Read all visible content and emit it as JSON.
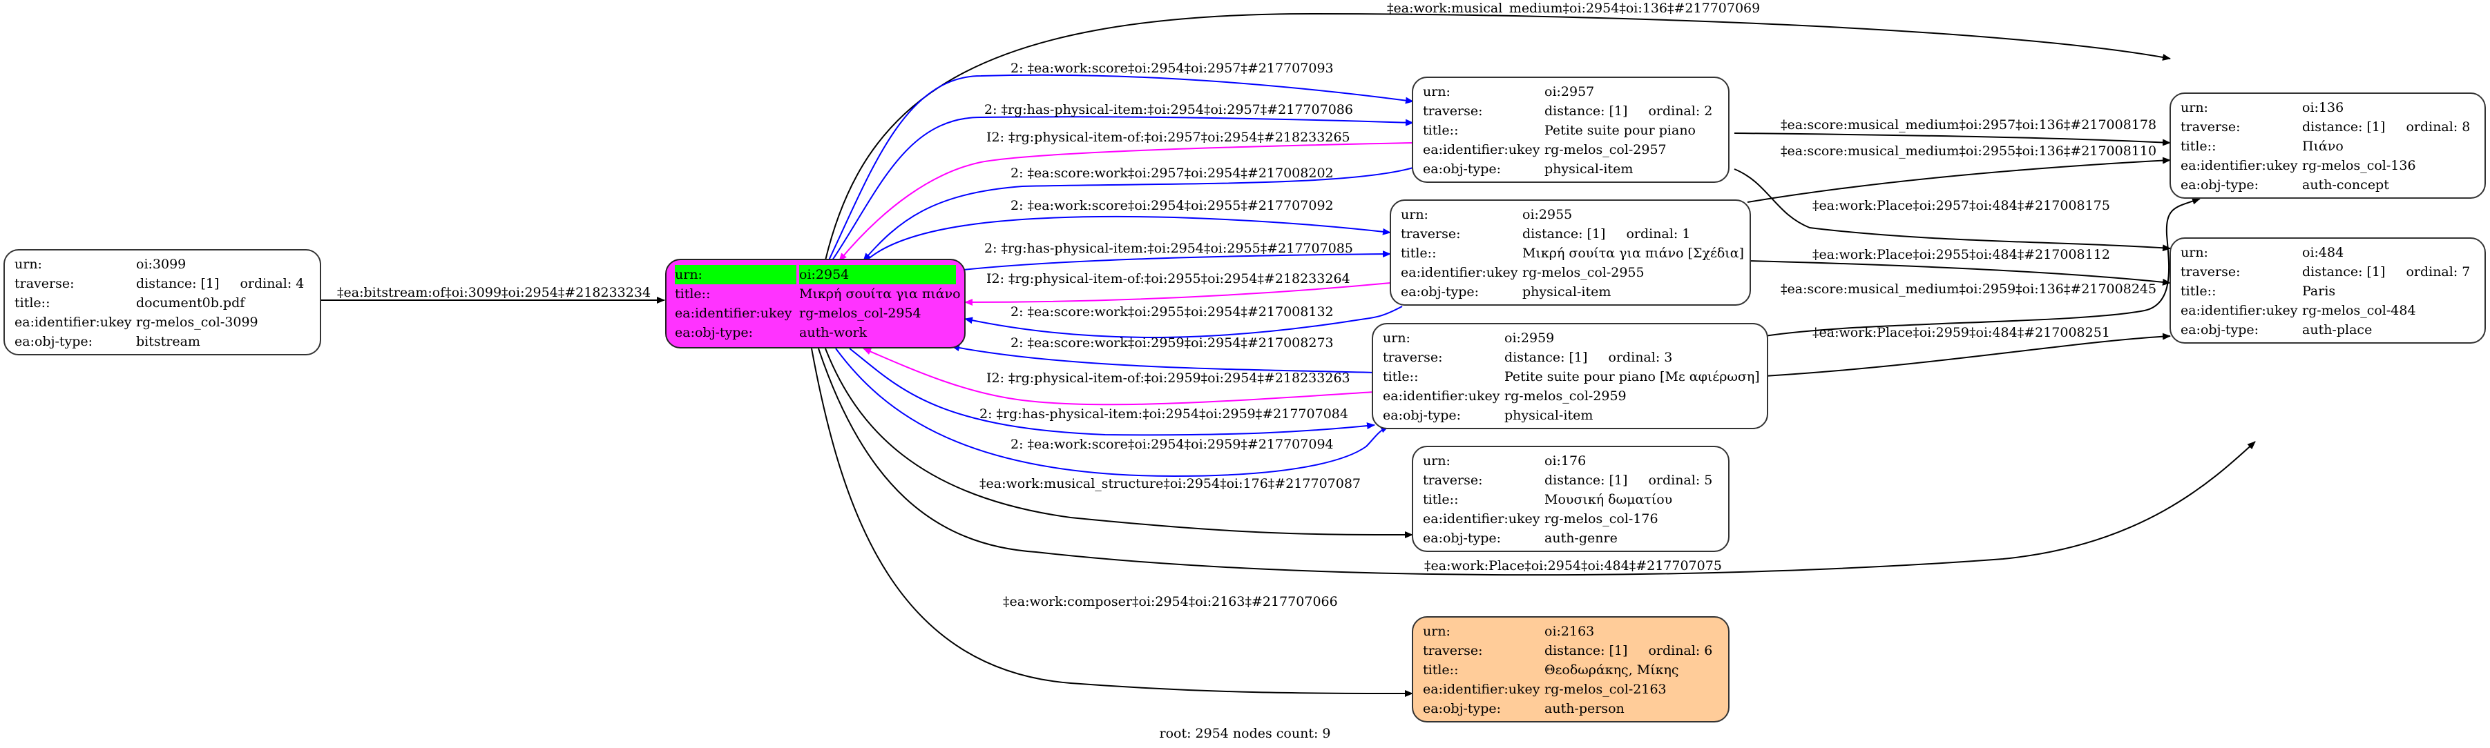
{
  "colors": {
    "root_fill": "#ff33ff",
    "root_highlight": "#00ff00",
    "person_fill": "#ffcc99",
    "edge_blue": "#0000ff",
    "edge_magenta": "#ff00ff",
    "edge_black": "#000000"
  },
  "nodes": {
    "n3099": {
      "rows": [
        {
          "k": "urn:",
          "v": "oi:3099"
        },
        {
          "k": "traverse:",
          "v": "distance: [1]",
          "ord": "ordinal: 4"
        },
        {
          "k": "title::",
          "v": "document0b.pdf"
        },
        {
          "k": "ea:identifier:ukey",
          "v": "rg-melos_col-3099"
        },
        {
          "k": "ea:obj-type:",
          "v": "bitstream"
        }
      ]
    },
    "n2954": {
      "rows": [
        {
          "k": "urn:",
          "v": "oi:2954"
        },
        {
          "k": "title::",
          "v": "Μικρή σουίτα για πιάνο"
        },
        {
          "k": "ea:identifier:ukey",
          "v": "rg-melos_col-2954"
        },
        {
          "k": "ea:obj-type:",
          "v": "auth-work"
        }
      ]
    },
    "n2957": {
      "rows": [
        {
          "k": "urn:",
          "v": "oi:2957"
        },
        {
          "k": "traverse:",
          "v": "distance: [1]",
          "ord": "ordinal: 2"
        },
        {
          "k": "title::",
          "v": "Petite suite pour piano"
        },
        {
          "k": "ea:identifier:ukey",
          "v": "rg-melos_col-2957"
        },
        {
          "k": "ea:obj-type:",
          "v": "physical-item"
        }
      ]
    },
    "n2955": {
      "rows": [
        {
          "k": "urn:",
          "v": "oi:2955"
        },
        {
          "k": "traverse:",
          "v": "distance: [1]",
          "ord": "ordinal: 1"
        },
        {
          "k": "title::",
          "v": "Μικρή σουίτα για πιάνο [Σχέδια]"
        },
        {
          "k": "ea:identifier:ukey",
          "v": "rg-melos_col-2955"
        },
        {
          "k": "ea:obj-type:",
          "v": "physical-item"
        }
      ]
    },
    "n2959": {
      "rows": [
        {
          "k": "urn:",
          "v": "oi:2959"
        },
        {
          "k": "traverse:",
          "v": "distance: [1]",
          "ord": "ordinal: 3"
        },
        {
          "k": "title::",
          "v": "Petite suite pour piano [Με αφιέρωση]"
        },
        {
          "k": "ea:identifier:ukey",
          "v": "rg-melos_col-2959"
        },
        {
          "k": "ea:obj-type:",
          "v": "physical-item"
        }
      ]
    },
    "n176": {
      "rows": [
        {
          "k": "urn:",
          "v": "oi:176"
        },
        {
          "k": "traverse:",
          "v": "distance: [1]",
          "ord": "ordinal: 5"
        },
        {
          "k": "title::",
          "v": "Μουσική δωματίου"
        },
        {
          "k": "ea:identifier:ukey",
          "v": "rg-melos_col-176"
        },
        {
          "k": "ea:obj-type:",
          "v": "auth-genre"
        }
      ]
    },
    "n2163": {
      "rows": [
        {
          "k": "urn:",
          "v": "oi:2163"
        },
        {
          "k": "traverse:",
          "v": "distance: [1]",
          "ord": "ordinal: 6"
        },
        {
          "k": "title::",
          "v": "Θεοδωράκης, Μίκης"
        },
        {
          "k": "ea:identifier:ukey",
          "v": "rg-melos_col-2163"
        },
        {
          "k": "ea:obj-type:",
          "v": "auth-person"
        }
      ]
    },
    "n136": {
      "rows": [
        {
          "k": "urn:",
          "v": "oi:136"
        },
        {
          "k": "traverse:",
          "v": "distance: [1]",
          "ord": "ordinal: 8"
        },
        {
          "k": "title::",
          "v": "Πιάνο"
        },
        {
          "k": "ea:identifier:ukey",
          "v": "rg-melos_col-136"
        },
        {
          "k": "ea:obj-type:",
          "v": "auth-concept"
        }
      ]
    },
    "n484": {
      "rows": [
        {
          "k": "urn:",
          "v": "oi:484"
        },
        {
          "k": "traverse:",
          "v": "distance: [1]",
          "ord": "ordinal: 7"
        },
        {
          "k": "title::",
          "v": "Paris"
        },
        {
          "k": "ea:identifier:ukey",
          "v": "rg-melos_col-484"
        },
        {
          "k": "ea:obj-type:",
          "v": "auth-place"
        }
      ]
    }
  },
  "edges": [
    {
      "label": "‡ea:bitstream:of‡oi:3099‡oi:2954‡#218233234",
      "color": "black"
    },
    {
      "label": "‡ea:work:musical_medium‡oi:2954‡oi:136‡#217707069",
      "color": "black"
    },
    {
      "label": "2: ‡ea:work:score‡oi:2954‡oi:2957‡#217707093",
      "color": "blue"
    },
    {
      "label": "2: ‡rg:has-physical-item:‡oi:2954‡oi:2957‡#217707086",
      "color": "blue"
    },
    {
      "label": "I2: ‡rg:physical-item-of:‡oi:2957‡oi:2954‡#218233265",
      "color": "magenta"
    },
    {
      "label": "2: ‡ea:score:work‡oi:2957‡oi:2954‡#217008202",
      "color": "blue"
    },
    {
      "label": "2: ‡ea:work:score‡oi:2954‡oi:2955‡#217707092",
      "color": "blue"
    },
    {
      "label": "2: ‡rg:has-physical-item:‡oi:2954‡oi:2955‡#217707085",
      "color": "blue"
    },
    {
      "label": "I2: ‡rg:physical-item-of:‡oi:2955‡oi:2954‡#218233264",
      "color": "magenta"
    },
    {
      "label": "2: ‡ea:score:work‡oi:2955‡oi:2954‡#217008132",
      "color": "blue"
    },
    {
      "label": "2: ‡ea:score:work‡oi:2959‡oi:2954‡#217008273",
      "color": "blue"
    },
    {
      "label": "I2: ‡rg:physical-item-of:‡oi:2959‡oi:2954‡#218233263",
      "color": "magenta"
    },
    {
      "label": "2: ‡rg:has-physical-item:‡oi:2954‡oi:2959‡#217707084",
      "color": "blue"
    },
    {
      "label": "2: ‡ea:work:score‡oi:2954‡oi:2959‡#217707094",
      "color": "blue"
    },
    {
      "label": "‡ea:work:musical_structure‡oi:2954‡oi:176‡#217707087",
      "color": "black"
    },
    {
      "label": "‡ea:work:Place‡oi:2954‡oi:484‡#217707075",
      "color": "black"
    },
    {
      "label": "‡ea:work:composer‡oi:2954‡oi:2163‡#217707066",
      "color": "black"
    },
    {
      "label": "‡ea:score:musical_medium‡oi:2957‡oi:136‡#217008178",
      "color": "black"
    },
    {
      "label": "‡ea:score:musical_medium‡oi:2955‡oi:136‡#217008110",
      "color": "black"
    },
    {
      "label": "‡ea:work:Place‡oi:2957‡oi:484‡#217008175",
      "color": "black"
    },
    {
      "label": "‡ea:work:Place‡oi:2955‡oi:484‡#217008112",
      "color": "black"
    },
    {
      "label": "‡ea:score:musical_medium‡oi:2959‡oi:136‡#217008245",
      "color": "black"
    },
    {
      "label": "‡ea:work:Place‡oi:2959‡oi:484‡#217008251",
      "color": "black"
    }
  ],
  "footer": "root: 2954 nodes count: 9"
}
